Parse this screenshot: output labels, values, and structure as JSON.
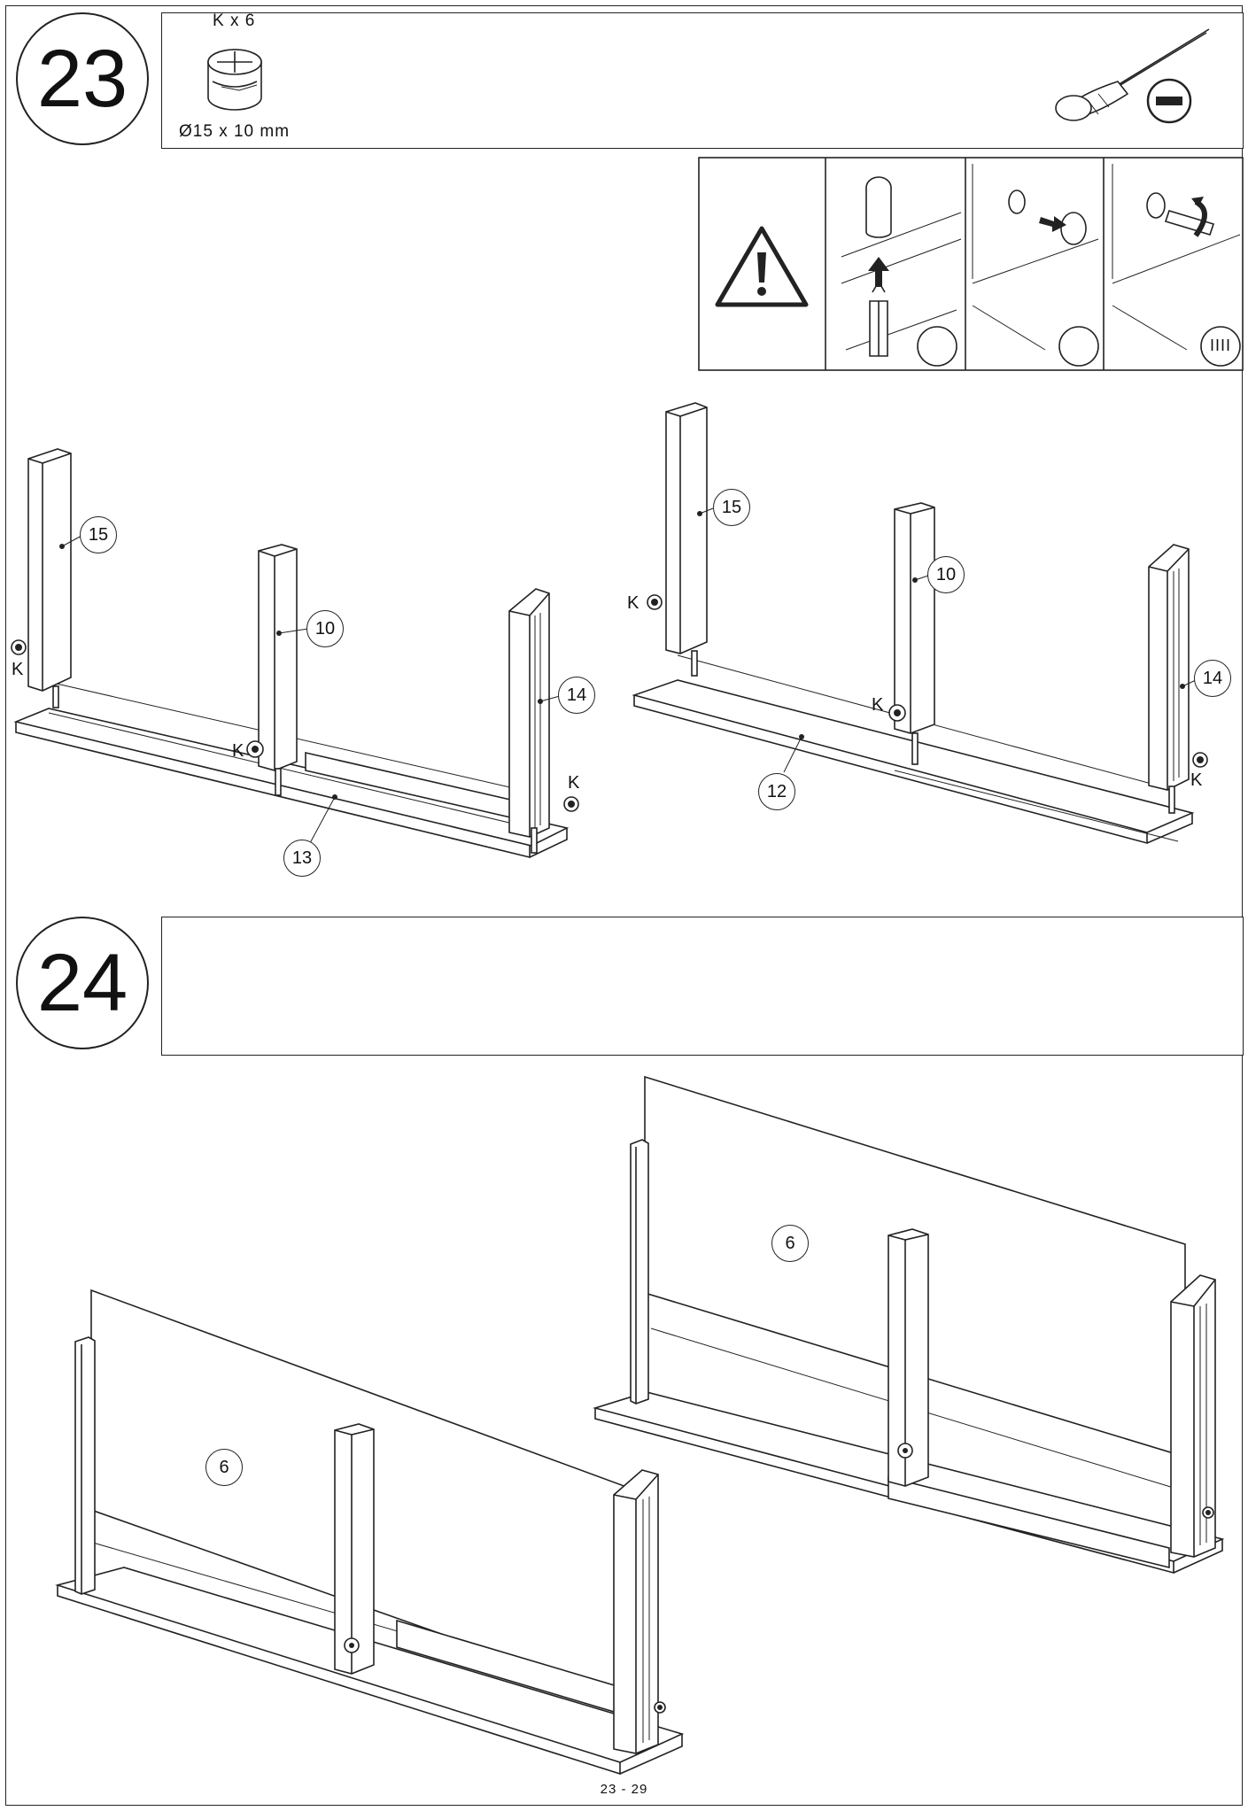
{
  "steps": {
    "step23": {
      "number": "23",
      "hardware": {
        "label": "K x 6",
        "size": "Ø15 x 10 mm",
        "icon": "cam-lock-fitting-icon"
      },
      "tool": {
        "icon": "flathead-screwdriver-icon",
        "symbol": "−"
      },
      "instruction_panel": {
        "warning_icon": "warning-triangle-icon",
        "panels": [
          {
            "icon": "dowel-insert-icon",
            "badge": ""
          },
          {
            "icon": "cam-insert-icon",
            "badge": ""
          },
          {
            "icon": "cam-turn-icon",
            "badge": "IIII"
          }
        ]
      },
      "left_assembly": {
        "callouts": [
          "15",
          "10",
          "14",
          "13"
        ],
        "fitting_labels": [
          "K",
          "K",
          "K"
        ]
      },
      "right_assembly": {
        "callouts": [
          "15",
          "10",
          "14",
          "12"
        ],
        "fitting_labels": [
          "K",
          "K",
          "K"
        ]
      }
    },
    "step24": {
      "number": "24",
      "left_assembly": {
        "callouts": [
          "6"
        ]
      },
      "right_assembly": {
        "callouts": [
          "6"
        ]
      }
    }
  },
  "footer": {
    "page_number": "23 - 29"
  }
}
